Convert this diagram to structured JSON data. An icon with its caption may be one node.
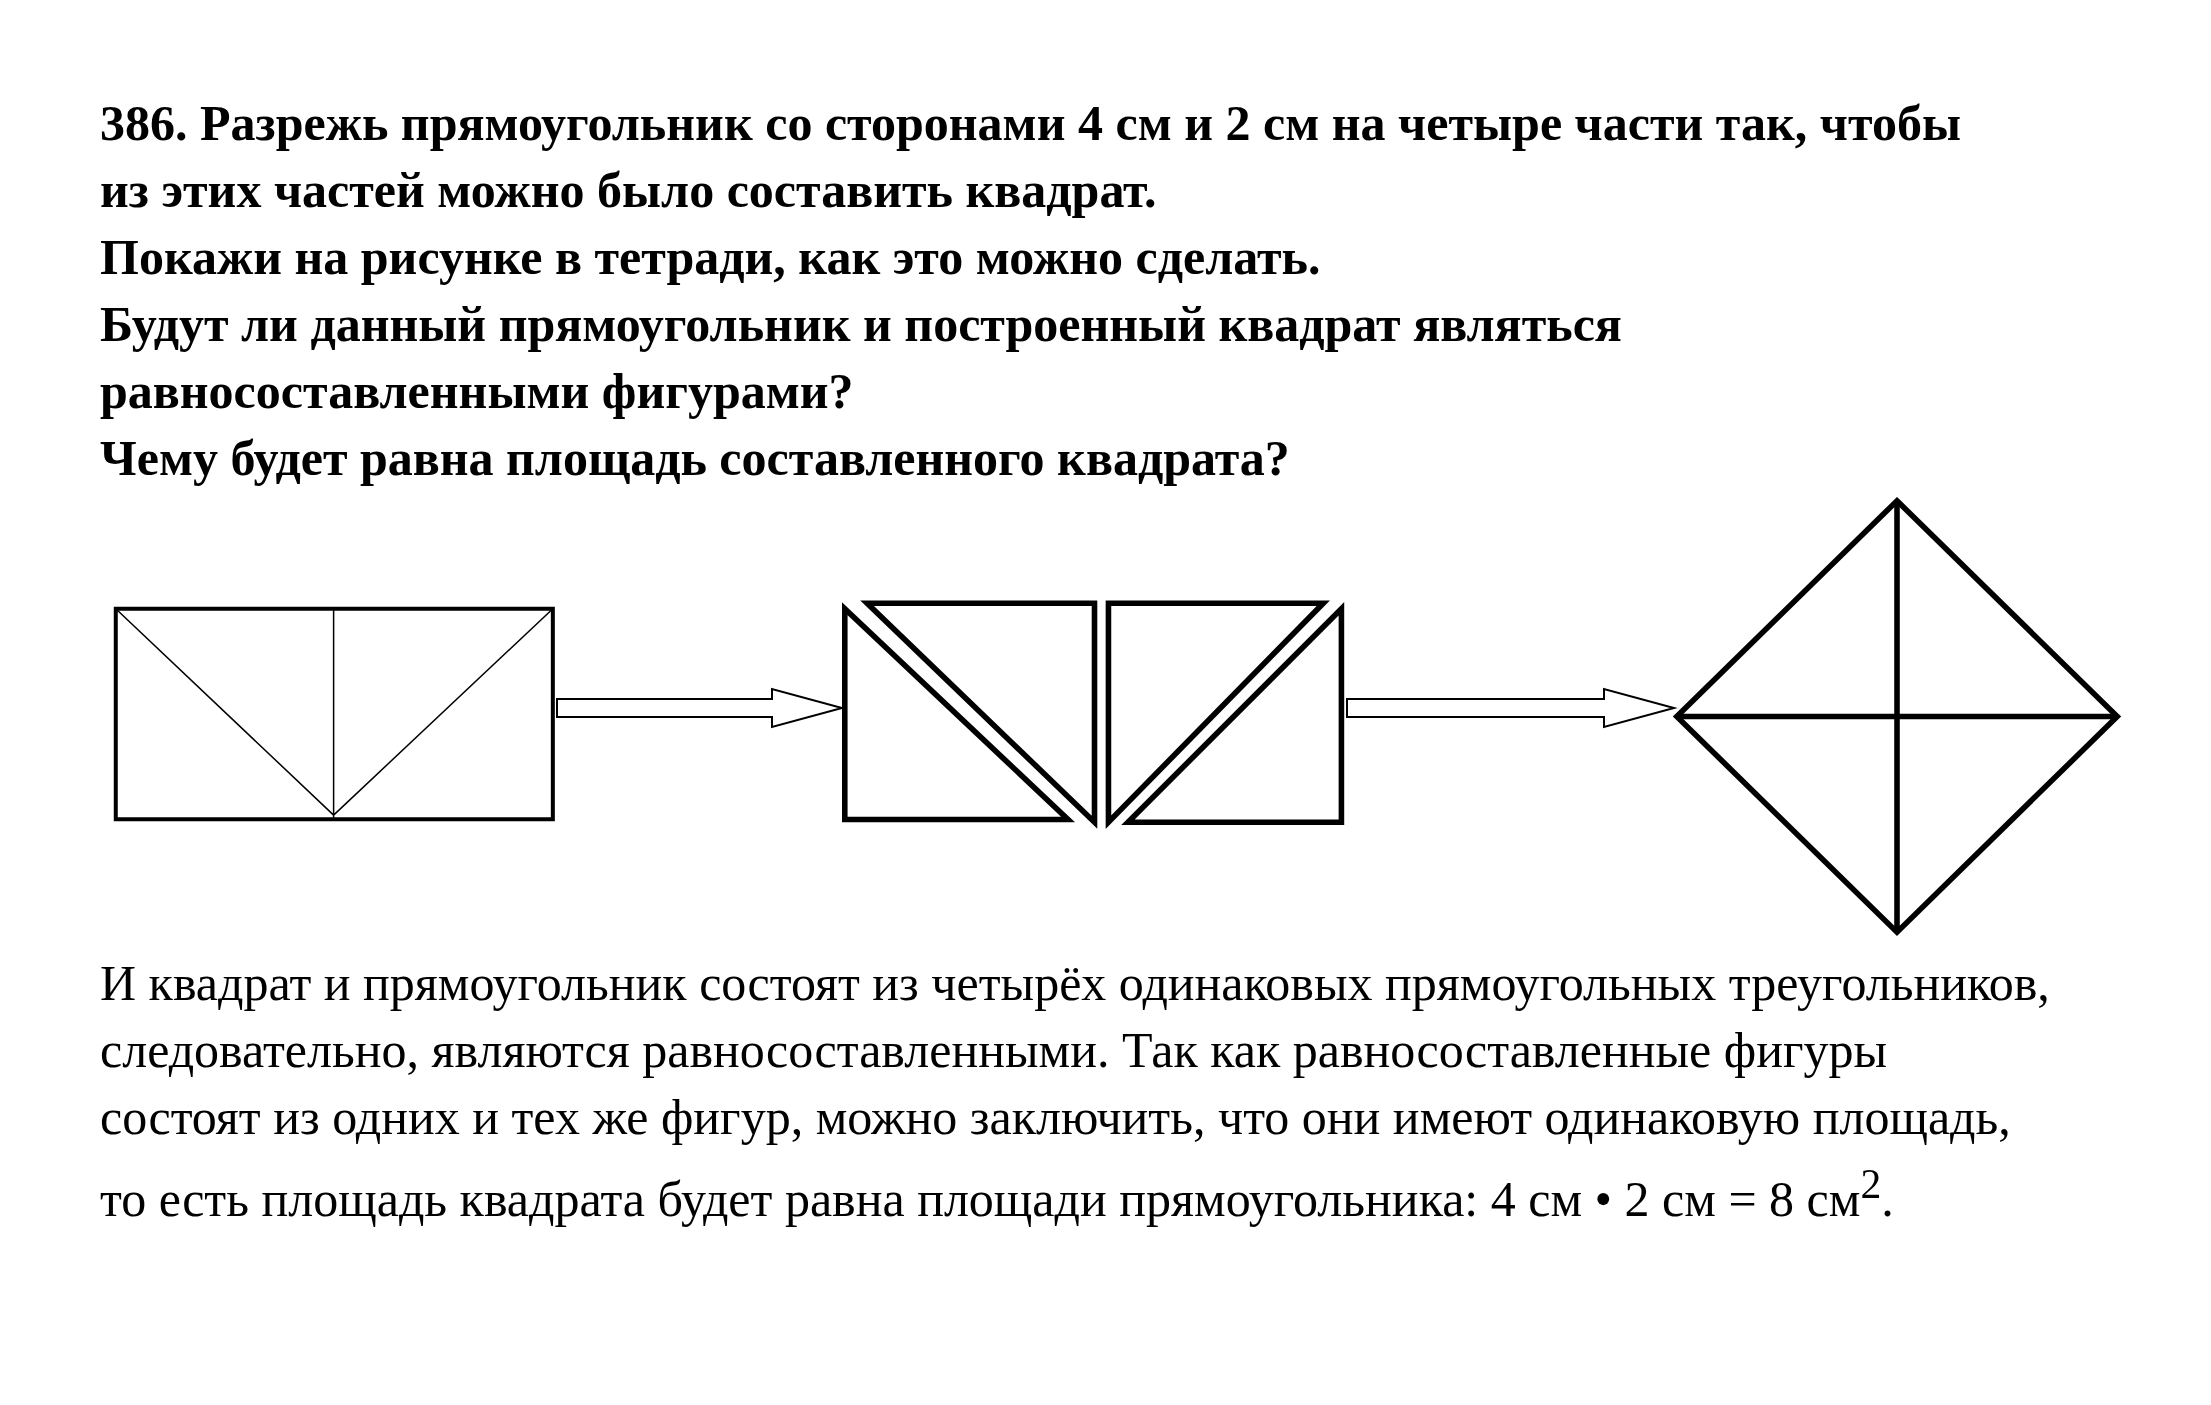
{
  "diagram": {
    "nodes": [
      {
        "text": [],
        "shape": "box"
      },
      {
        "text": [],
        "shape": "picture"
      },
      {
        "text": [],
        "shape": "diamond"
      }
    ],
    "edges": [
      {
        "from": 0,
        "to": 1,
        "arrow": "to"
      },
      {
        "from": 1,
        "to": 2,
        "arrow": "to"
      }
    ],
    "labels": [
      "386. Разрежь прямоугольник со сторонами 4 см и 2 см на четыре части так, чтобы из этих частей можно было составить квадрат.",
      "Покажи на рисунке в тетради, как это можно сделать.",
      "Будут ли данный прямоугольник и построенный квадрат являться равносоставленными фигурами?",
      "Чему будет равна площадь составленного квадрата?",
      "И квадрат и прямоугольник состоят из четырёх одинаковых прямоугольных треугольников, следовательно, являются равносоставленными. Так как равносоставленные фигуры состоят из одних и тех же фигур, можно заключить, что они имеют одинаковую площадь, то есть площадь квадрата будет равна площади прямоугольника: 4 см • 2 см = 8 см$^{2}$."
    ]
  }
}
